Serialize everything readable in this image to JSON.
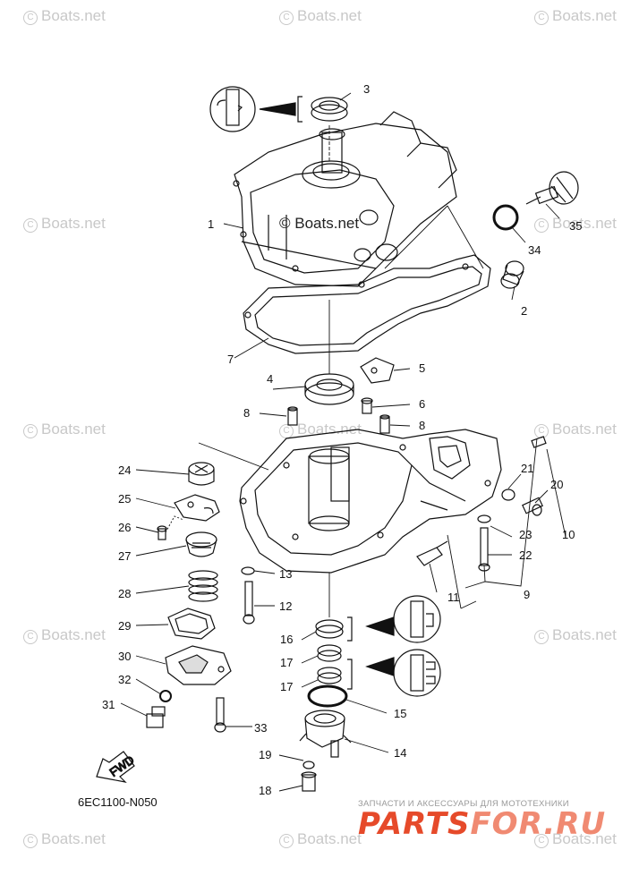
{
  "watermark": {
    "symbol": "©",
    "text": "Boats.net"
  },
  "center_watermark": "© Boats.net",
  "diagram_code": "6EC1100-N050",
  "fwd_label": "FWD",
  "brand": {
    "tagline": "ЗАПЧАСТИ И АКСЕССУАРЫ ДЛЯ МОТОТЕХНИКИ",
    "logo_part1": "PARTS",
    "logo_part2": "FOR.RU",
    "color_primary": "#e64a2a",
    "color_secondary": "#f08a72"
  },
  "callouts": [
    "1",
    "2",
    "3",
    "4",
    "5",
    "6",
    "7",
    "8",
    "8",
    "9",
    "10",
    "11",
    "12",
    "13",
    "14",
    "15",
    "16",
    "17",
    "17",
    "18",
    "19",
    "20",
    "21",
    "22",
    "23",
    "24",
    "25",
    "26",
    "27",
    "28",
    "29",
    "30",
    "31",
    "32",
    "33",
    "34",
    "35"
  ]
}
